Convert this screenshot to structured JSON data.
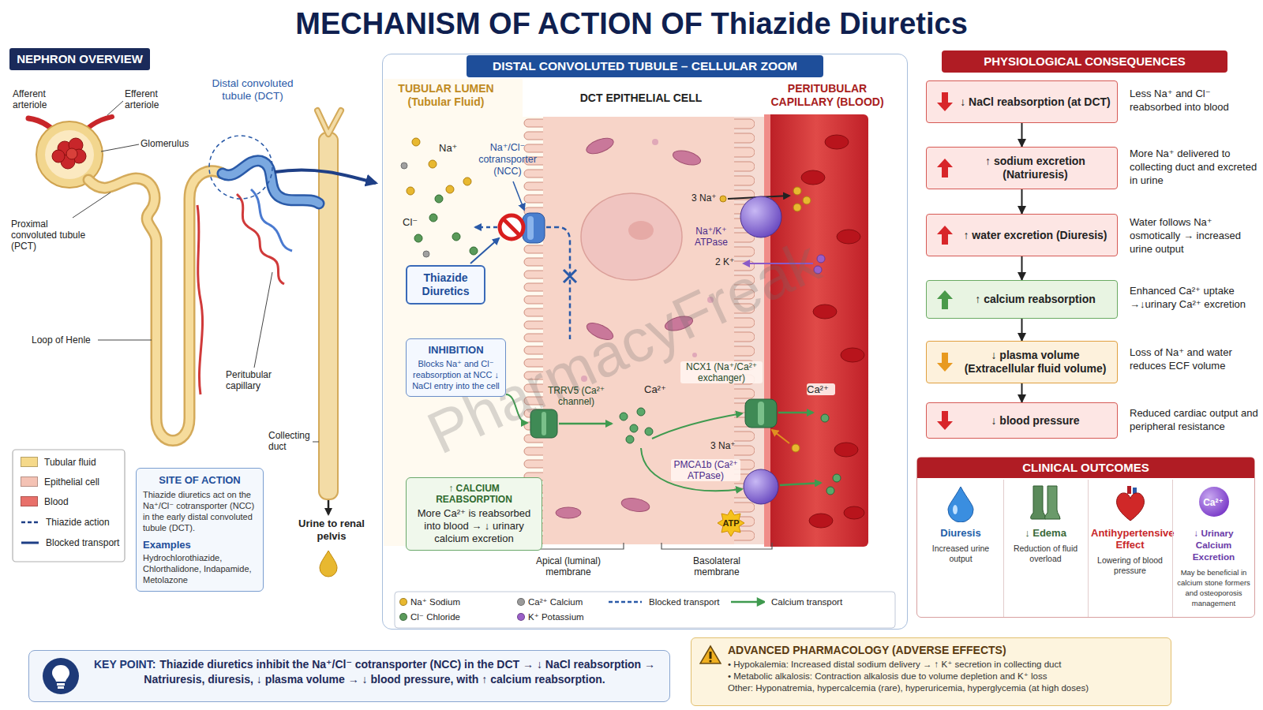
{
  "diagram": {
    "title": "MECHANISM OF ACTION OF Thiazide Diuretics",
    "nodes": [
      {
        "text": [
          "NEPHRON OVERVIEW"
        ]
      },
      {
        "text": [
          "SITE OF ACTION",
          "Thiazide diuretics act on the Na⁺/Cl⁻ cotransporter (NCC) in the early distal convoluted tubule (DCT).",
          "Examples",
          "Hydrochlorothiazide, Chlorthalidone, Indapamide, Metolazone"
        ]
      },
      {
        "text": [
          "DISTAL CONVOLUTED TUBULE – CELLULAR ZOOM"
        ]
      },
      {
        "text": [
          "Thiazide Diuretics"
        ],
        "in": 2
      },
      {
        "text": [
          "INHIBITION",
          "Blocks Na⁺ and Cl⁻ reabsorption at NCC ↓ NaCl entry into the cell"
        ],
        "in": 2
      },
      {
        "text": [
          "↑ CALCIUM REABSORPTION",
          "More Ca²⁺ is reabsorbed into blood → ↓ urinary calcium excretion"
        ],
        "in": 2
      },
      {
        "text": [
          "PHYSIOLOGICAL CONSEQUENCES"
        ]
      },
      {
        "text": [
          "↓ NaCl reabsorption (at DCT)"
        ]
      },
      {
        "text": [
          "↑ sodium excretion (Natriuresis)"
        ]
      },
      {
        "text": [
          "↑ water excretion (Diuresis)"
        ]
      },
      {
        "text": [
          "↑ calcium reabsorption"
        ]
      },
      {
        "text": [
          "↓ plasma volume (Extracellular fluid volume)"
        ]
      },
      {
        "text": [
          "↓ blood pressure"
        ]
      },
      {
        "text": [
          "CLINICAL OUTCOMES"
        ]
      },
      {
        "text": [
          "Diuresis",
          "Increased urine output"
        ],
        "in": 13
      },
      {
        "text": [
          "↓ Edema",
          "Reduction of fluid overload"
        ],
        "in": 13
      },
      {
        "text": [
          "Antihypertensive Effect",
          "Lowering of blood pressure"
        ],
        "in": 13
      },
      {
        "text": [
          "↓ Urinary Calcium Excretion",
          "May be beneficial in calcium stone formers and osteoporosis management"
        ],
        "in": 13
      },
      {
        "text": [
          "KEY POINT:",
          "Thiazide diuretics inhibit the Na⁺/Cl⁻ cotransporter (NCC) in the DCT → ↓ NaCl reabsorption → Natriuresis, diuresis, ↓ plasma volume → ↓ blood pressure, with ↑ calcium reabsorption."
        ]
      },
      {
        "text": [
          "ADVANCED PHARMACOLOGY (ADVERSE EFFECTS)",
          "• Hypokalemia: Increased distal sodium delivery → ↑ K⁺ secretion in collecting duct",
          "• Metabolic alkalosis: Contraction alkalosis due to volume depletion and K⁺ loss",
          "Other: Hyponatremia, hypercalcemia (rare), hyperuricemia, hyperglycemia (at high doses)"
        ]
      }
    ],
    "edges": [
      {
        "from": 7,
        "to": 8,
        "arrow": "to"
      },
      {
        "from": 8,
        "to": 9,
        "arrow": "to"
      },
      {
        "from": 9,
        "to": 10,
        "arrow": "to"
      },
      {
        "from": 10,
        "to": 11,
        "arrow": "to"
      },
      {
        "from": 11,
        "to": 12,
        "arrow": "to"
      }
    ],
    "labels": [
      "Afferent arteriole",
      "Efferent arteriole",
      "Glomerulus",
      "Distal convoluted tubule (DCT)",
      "Proximal convoluted tubule (PCT)",
      "Loop of Henle",
      "Peritubular capillary",
      "Collecting duct",
      "Urine to renal pelvis",
      "TUBULAR LUMEN (Tubular Fluid)",
      "DCT EPITHELIAL CELL",
      "PERITUBULAR CAPILLARY (BLOOD)",
      "Na⁺",
      "Cl⁻",
      "Na⁺/Cl⁻ cotransporter (NCC)",
      "3 Na⁺",
      "Na⁺/K⁺ ATPase",
      "2 K⁺",
      "TRRV5 (Ca²⁺ channel)",
      "Ca²⁺",
      "NCX1 (Na⁺/Ca²⁺ exchanger)",
      "Ca²⁺",
      "3 Na⁺",
      "PMCA1b (Ca²⁺ ATPase)",
      "ATP",
      "Apical (luminal) membrane",
      "Basolateral membrane",
      "Less Na⁺ and Cl⁻ reabsorbed into blood",
      "More Na⁺ delivered to collecting duct and excreted in urine",
      "Water follows Na⁺ osmotically → increased urine output",
      "Enhanced Ca²⁺ uptake →↓urinary Ca²⁺ excretion",
      "Loss of Na⁺ and water reduces ECF volume",
      "Reduced cardiac output and peripheral resistance",
      "Ca²⁺",
      "PharmacyFreak"
    ],
    "legend": [
      {
        "text": "Tubular fluid",
        "color": "#f5d98a"
      },
      {
        "text": "Epithelial cell",
        "color": "#f4c2b4"
      },
      {
        "text": "Blood",
        "color": "#e8706a"
      },
      {
        "text": "Thiazide action"
      },
      {
        "text": "Blocked transport"
      },
      {
        "text": "Na⁺ Sodium",
        "color": "#e8b830"
      },
      {
        "text": "Cl⁻ Chloride",
        "color": "#5a9a5a"
      },
      {
        "text": "Ca²⁺ Calcium",
        "color": "#9a9a9a"
      },
      {
        "text": "K⁺ Potassium",
        "color": "#9a5fc8"
      },
      {
        "text": "Blocked transport"
      },
      {
        "text": "Calcium transport"
      }
    ]
  }
}
